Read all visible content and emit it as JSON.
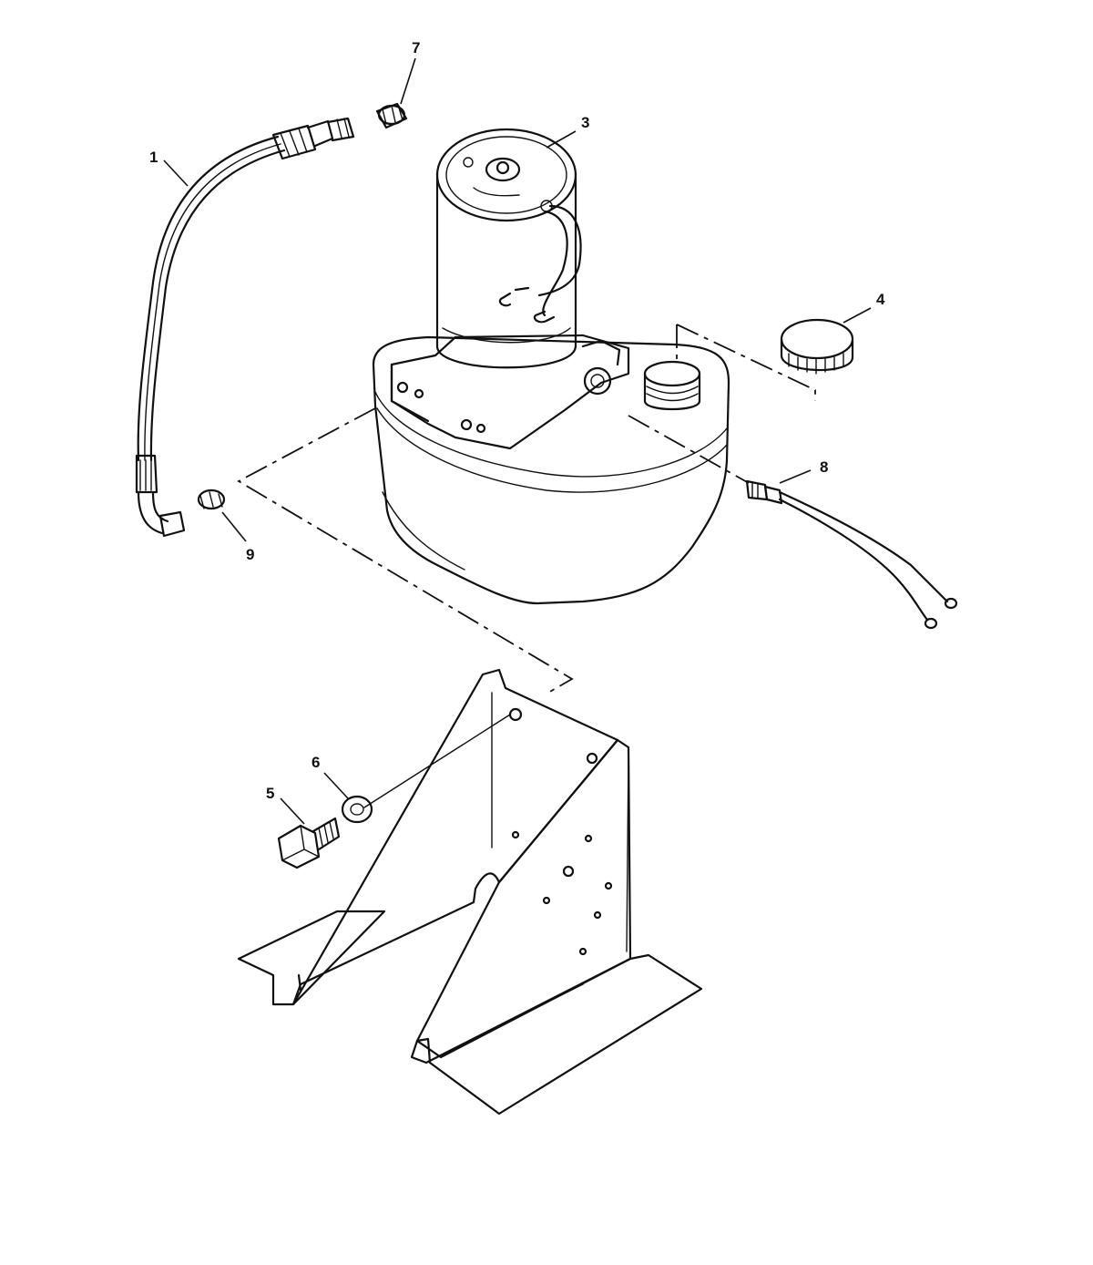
{
  "callouts": {
    "hose": "1",
    "motor_pump": "3",
    "fill_cap": "4",
    "bolt": "5",
    "washer": "6",
    "plug_top": "7",
    "sender": "8",
    "plug_side": "9"
  },
  "parts": [
    {
      "id": "1",
      "name": "hose-assembly"
    },
    {
      "id": "3",
      "name": "motor-and-pump-reservoir"
    },
    {
      "id": "4",
      "name": "reservoir-fill-cap"
    },
    {
      "id": "5",
      "name": "mounting-bolt"
    },
    {
      "id": "6",
      "name": "lock-washer"
    },
    {
      "id": "7",
      "name": "port-plug"
    },
    {
      "id": "8",
      "name": "sender-switch-with-leads"
    },
    {
      "id": "9",
      "name": "port-plug"
    }
  ],
  "colors": {
    "line": "#111111",
    "paper": "#ffffff",
    "shade": "#b8b8b8"
  }
}
